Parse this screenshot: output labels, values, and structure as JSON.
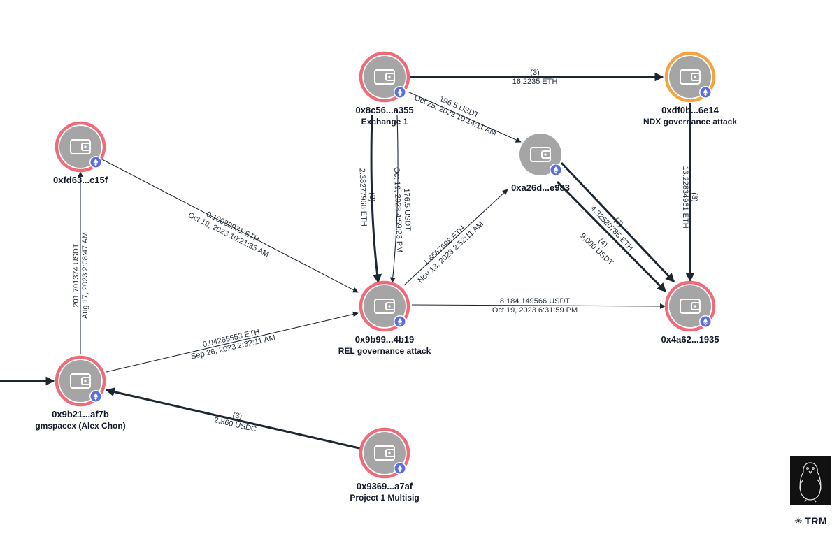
{
  "colors": {
    "ring_red": "#f06b7a",
    "ring_orange": "#f4a340",
    "node_fill": "#a5a5a5",
    "edge": "#1c2733",
    "eth_badge": "#5b6ee1"
  },
  "nodes": [
    {
      "id": "n1",
      "address": "0x8c56...a355",
      "name": "Exchange 1",
      "ring": "red",
      "icon": "wallet-icon"
    },
    {
      "id": "n2",
      "address": "0xdf0b...6e14",
      "name": "NDX governance attack",
      "ring": "orange",
      "icon": "wallet-icon"
    },
    {
      "id": "n3",
      "address": "0xfd63...c15f",
      "name": "",
      "ring": "red",
      "icon": "wallet-icon"
    },
    {
      "id": "n4",
      "address": "0xa26d...e983",
      "name": "",
      "ring": "none",
      "icon": "wallet-icon"
    },
    {
      "id": "n5",
      "address": "0x9b99...4b19",
      "name": "REL governance attack",
      "ring": "red",
      "icon": "wallet-icon"
    },
    {
      "id": "n6",
      "address": "0x4a62...1935",
      "name": "",
      "ring": "red",
      "icon": "wallet-icon"
    },
    {
      "id": "n7",
      "address": "0x9b21...af7b",
      "name": "gmspacex (Alex Chon)",
      "ring": "red",
      "icon": "wallet-icon"
    },
    {
      "id": "n8",
      "address": "0x9369...a7af",
      "name": "Project 1 Multisig",
      "ring": "red",
      "icon": "wallet-icon"
    }
  ],
  "edges": [
    {
      "id": "e1",
      "from": "n1",
      "to": "n2",
      "line1": "(3)",
      "line2": "16.2235 ETH",
      "thick": true
    },
    {
      "id": "e2",
      "from": "n1",
      "to": "n4",
      "line1": "196.5 USDT",
      "line2": "Oct 25, 2023 10:14:11 AM",
      "thick": false
    },
    {
      "id": "e3",
      "from": "n1",
      "to": "n5",
      "line1": "(3)",
      "line2": "2.38277968 ETH",
      "thick": true
    },
    {
      "id": "e4",
      "from": "n1",
      "to": "n5",
      "line1": "176.5 USDT",
      "line2": "Oct 19, 2023 4:59:23 PM",
      "thick": false
    },
    {
      "id": "e5",
      "from": "n2",
      "to": "n6",
      "line1": "(3)",
      "line2": "13.22834961 ETH",
      "thick": true
    },
    {
      "id": "e6",
      "from": "n3",
      "to": "n5",
      "line1": "0.10030931 ETH",
      "line2": "Oct 19, 2023 10:21:35 AM",
      "thick": false
    },
    {
      "id": "e7",
      "from": "n5",
      "to": "n4",
      "line1": "1.6667698 ETH",
      "line2": "Nov 13, 2023 2:52:11 AM",
      "thick": false
    },
    {
      "id": "e8",
      "from": "n4",
      "to": "n6",
      "line1": "(3)",
      "line2": "4.32520785 ETH",
      "thick": true
    },
    {
      "id": "e9",
      "from": "n4",
      "to": "n6",
      "line1": "(4)",
      "line2": "9,000 USDT",
      "thick": true
    },
    {
      "id": "e10",
      "from": "n5",
      "to": "n6",
      "line1": "8,184.149566 USDT",
      "line2": "Oct 19, 2023 6:31:59 PM",
      "thick": false
    },
    {
      "id": "e11",
      "from": "n7",
      "to": "n3",
      "line1": "201.701374 USDT",
      "line2": "Aug 17, 2023 2:08:47 AM",
      "thick": false
    },
    {
      "id": "e12",
      "from": "n7",
      "to": "n5",
      "line1": "0.04265553 ETH",
      "line2": "Sep 26, 2023 2:32:11 AM",
      "thick": false
    },
    {
      "id": "e13",
      "from": "n8",
      "to": "n7",
      "line1": "(3)",
      "line2": "2,860 USDC",
      "thick": true
    },
    {
      "id": "e14",
      "from": "offscreen",
      "to": "n7",
      "line1": "",
      "line2": "",
      "thick": true
    }
  ],
  "brand": {
    "glyph": "✳",
    "text": "TRM",
    "logo_icon": "penguin-logo-icon"
  }
}
